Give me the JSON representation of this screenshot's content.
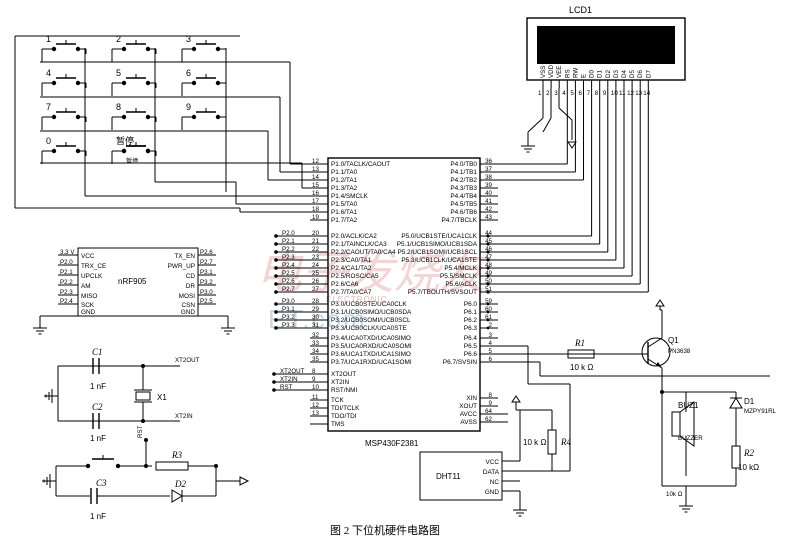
{
  "caption": "图 2    下位机硬件电路图",
  "watermark": {
    "main": "电子发烧友",
    "sub": "ELECTRONIC",
    "web": "ET.com"
  },
  "keys": [
    "1",
    "2",
    "3",
    "4",
    "5",
    "6",
    "7",
    "8",
    "9",
    "0",
    "暂停"
  ],
  "lcd": {
    "name": "LCD1",
    "pins": [
      "VSS",
      "VDD",
      "VEE",
      "RS",
      "RW",
      "E",
      "D0",
      "D1",
      "D2",
      "D3",
      "D4",
      "D5",
      "D6",
      "D7"
    ],
    "pin_numbers": [
      "1",
      "2",
      "3",
      "4",
      "5",
      "6",
      "7",
      "8",
      "9",
      "10",
      "11",
      "12",
      "13",
      "14"
    ]
  },
  "mcu": {
    "name": "MSP430F2381",
    "left_pins": [
      {
        "num": "12",
        "label": "P1.0/TACLK/CAOUT"
      },
      {
        "num": "13",
        "label": "P1.1/TA0"
      },
      {
        "num": "14",
        "label": "P1.2/TA1"
      },
      {
        "num": "15",
        "label": "P1.3/TA2"
      },
      {
        "num": "16",
        "label": "P1.4/SMCLK"
      },
      {
        "num": "17",
        "label": "P1.5/TA0"
      },
      {
        "num": "18",
        "label": "P1.6/TA1"
      },
      {
        "num": "19",
        "label": "P1.7/TA2"
      },
      {
        "num": "20",
        "label": "P2.0/ACLK/CA2"
      },
      {
        "num": "21",
        "label": "P2.1/TAINCLK/CA3"
      },
      {
        "num": "22",
        "label": "P2.2/CAOUT/TA0/CA4"
      },
      {
        "num": "23",
        "label": "P2.3/CA0/TA1"
      },
      {
        "num": "24",
        "label": "P2.4/CA1/TA2"
      },
      {
        "num": "25",
        "label": "P2.5/ROSC/CA5"
      },
      {
        "num": "26",
        "label": "P2.6/CA6"
      },
      {
        "num": "27",
        "label": "P2.7/TA0/CA7"
      },
      {
        "num": "28",
        "label": "P3.0/UCB0STE/UCA0CLK"
      },
      {
        "num": "29",
        "label": "P3.1/UCB0SIMO/UCB0SDA"
      },
      {
        "num": "30",
        "label": "P3.2/UCB0SOMI/UCB0SCL"
      },
      {
        "num": "31",
        "label": "P3.3/UCB0CLK/UCA0STE"
      },
      {
        "num": "32",
        "label": "P3.4/UCA0TXD/UCA0SIMO"
      },
      {
        "num": "33",
        "label": "P3.5/UCA0RXD/UCA0SOMI"
      },
      {
        "num": "34",
        "label": "P3.6/UCA1TXD/UCA1SIMO"
      },
      {
        "num": "35",
        "label": "P3.7/UCA1RXD/UCA1SOMI"
      },
      {
        "num": "8",
        "label": "XT2OUT"
      },
      {
        "num": "9",
        "label": "XT2IN"
      },
      {
        "num": "10",
        "label": "RST/NMI"
      },
      {
        "num": "11",
        "label": "TCK"
      },
      {
        "num": "12",
        "label": "TDI/TCLK"
      },
      {
        "num": "13",
        "label": "TDO/TDI"
      },
      {
        "num": "",
        "label": "TMS"
      }
    ],
    "right_pins": [
      {
        "num": "36",
        "label": "P4.0/TB0"
      },
      {
        "num": "37",
        "label": "P4.1/TB1"
      },
      {
        "num": "38",
        "label": "P4.2/TB2"
      },
      {
        "num": "39",
        "label": "P4.3/TB3"
      },
      {
        "num": "40",
        "label": "P4.4/TB4"
      },
      {
        "num": "41",
        "label": "P4.5/TB5"
      },
      {
        "num": "42",
        "label": "P4.6/TB6"
      },
      {
        "num": "43",
        "label": "P4.7/TBCLK"
      },
      {
        "num": "44",
        "label": "P5.0/UCB1STE/UCA1CLK"
      },
      {
        "num": "45",
        "label": "P5.1/UCB1SIMO/UCB1SDA"
      },
      {
        "num": "46",
        "label": "P5.2/UCB1SOMI/UCB1SCL"
      },
      {
        "num": "47",
        "label": "P5.3/UCB1CLK/UCA1STE"
      },
      {
        "num": "48",
        "label": "P5.4/MCLK"
      },
      {
        "num": "49",
        "label": "P5.5/SMCLK"
      },
      {
        "num": "50",
        "label": "P5.6/ACLK"
      },
      {
        "num": "51",
        "label": "P5.7/TBOUTH/SVSOUT"
      },
      {
        "num": "59",
        "label": "P6.0"
      },
      {
        "num": "60",
        "label": "P6.1"
      },
      {
        "num": "61",
        "label": "P6.2"
      },
      {
        "num": "2",
        "label": "P6.3"
      },
      {
        "num": "3",
        "label": "P6.4"
      },
      {
        "num": "4",
        "label": "P6.5"
      },
      {
        "num": "5",
        "label": "P6.6"
      },
      {
        "num": "6",
        "label": "P6.7/SVSIN"
      },
      {
        "num": "8",
        "label": "XIN"
      },
      {
        "num": "9",
        "label": "XOUT"
      },
      {
        "num": "64",
        "label": "AVCC"
      },
      {
        "num": "62",
        "label": "AVSS"
      }
    ],
    "p2_nets": [
      "P2.0",
      "P2.1",
      "P2.2",
      "P2.3",
      "P2.4",
      "P2.5",
      "P2.6",
      "P2.7"
    ],
    "p3_nets": [
      "P3.0",
      "P3.1",
      "P3.2",
      "P3.3"
    ],
    "xt_nets": [
      "XT2OUT",
      "XT2IN",
      "RST"
    ]
  },
  "nrf": {
    "name": "nRF905",
    "left_pins": [
      "VCC",
      "TRX_CE",
      "UPCLK",
      "AM",
      "MISO",
      "SCK",
      "GND"
    ],
    "right_pins": [
      "TX_EN",
      "PWR_UP",
      "CD",
      "DR",
      "MOSI",
      "CSN",
      "GND"
    ],
    "left_nets": [
      "3.3 V",
      "P2.0",
      "P2.1",
      "P2.2",
      "P2.3",
      "P2.4"
    ],
    "right_nets": [
      "P2.6",
      "P2.7",
      "P3.1",
      "P3.2",
      "P3.0",
      "P2.5"
    ]
  },
  "crystal": {
    "c1": "C1",
    "c1_val": "1 nF",
    "c2": "C2",
    "c2_val": "1 nF",
    "x1": "X1",
    "net_out": "XT2OUT",
    "net_in": "XT2IN"
  },
  "reset": {
    "r3": "R3",
    "c3": "C3",
    "c3_val": "1 nF",
    "d2": "D2",
    "net": "RST"
  },
  "transistor": {
    "r1": "R1",
    "r1_val": "10 k Ω",
    "q1": "Q1",
    "q1_part": "PN3638"
  },
  "buzzer": {
    "name": "BUZ1",
    "part": "BUZZER",
    "d1": "D1",
    "d1_part": "MZPY91RL",
    "r2": "R2",
    "r2_val": "10 kΩ",
    "bottom_val": "10k Ω"
  },
  "dht": {
    "name": "DHT11",
    "pins": [
      "VCC",
      "DATA",
      "NC",
      "GND"
    ],
    "r4": "R4",
    "r4_val": "10 k Ω"
  }
}
